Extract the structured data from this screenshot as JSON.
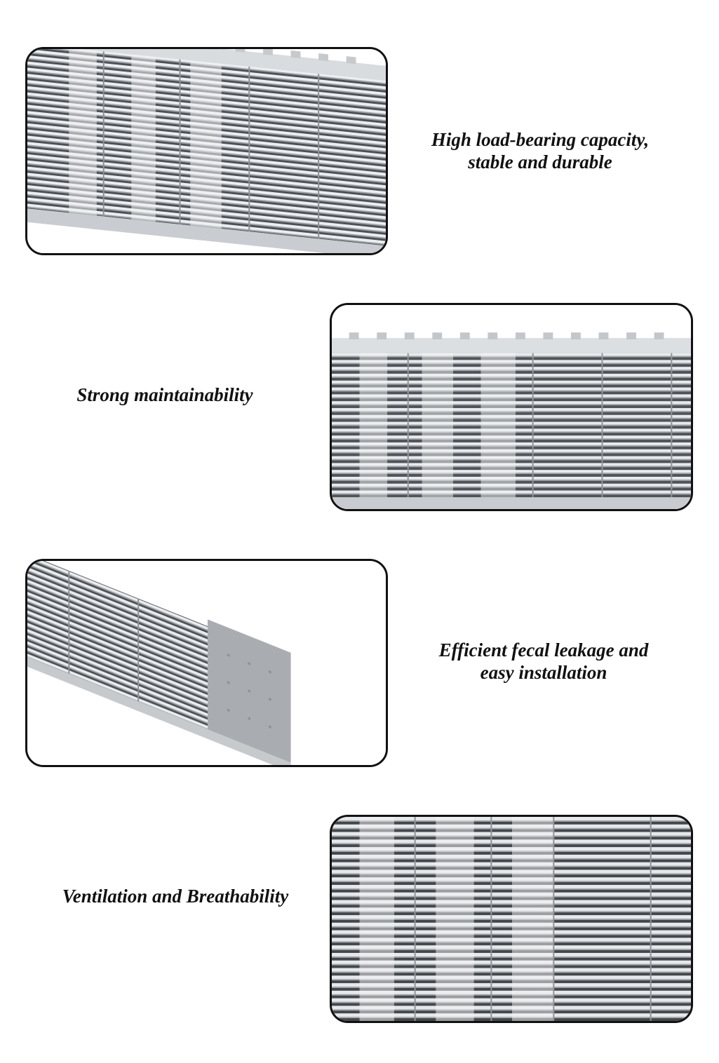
{
  "features": [
    {
      "id": "load_bearing",
      "caption": "High load-bearing capacity,\nstable and durable"
    },
    {
      "id": "maintainability",
      "caption": "Strong maintainability"
    },
    {
      "id": "fecal_leakage",
      "caption": "Efficient fecal leakage and\neasy installation"
    },
    {
      "id": "ventilation",
      "caption": "Ventilation and Breathability"
    }
  ],
  "colors": {
    "frame_border": "#111111",
    "metal_light": "#e4e6e8",
    "metal_mid": "#b9bcc0",
    "metal_dark": "#5b5f64",
    "caption_text": "#111111"
  }
}
